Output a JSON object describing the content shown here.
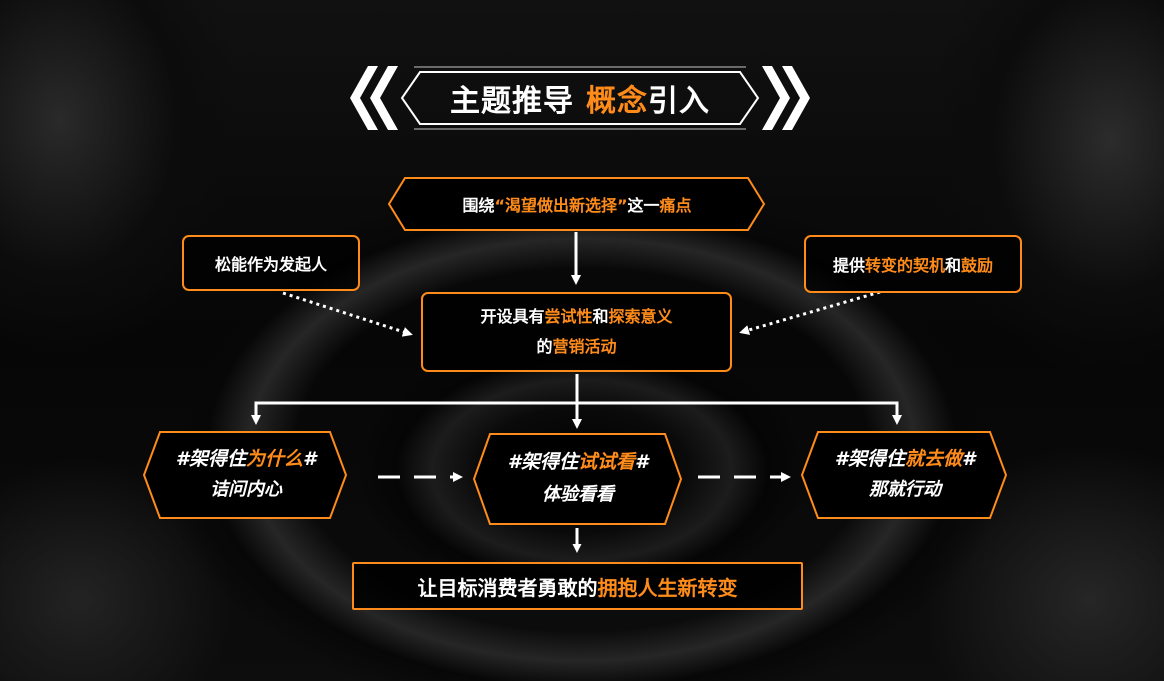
{
  "title": {
    "part1": "主题推导",
    "part2": "概念",
    "part3": "引入"
  },
  "top_box": {
    "pre": "围绕",
    "highlight": "“渴望做出新选择”",
    "mid": "这一",
    "end": "痛点"
  },
  "left_box": {
    "text": "松能作为发起人"
  },
  "right_box": {
    "pre": "提供",
    "hl1": "转变的契机",
    "mid": "和",
    "hl2": "鼓励"
  },
  "center_box": {
    "line1_pre": "开设具有",
    "hl1": "尝试性",
    "mid": "和",
    "hl2": "探索意义",
    "line2_pre": "的",
    "hl3": "营销活动"
  },
  "steps": [
    {
      "hash_pre": "#架得住",
      "hl": "为什么",
      "hash_post": "#",
      "sub": "诘问内心"
    },
    {
      "hash_pre": "#架得住",
      "hl": "试试看",
      "hash_post": "#",
      "sub": "体验看看"
    },
    {
      "hash_pre": "#架得住",
      "hl": "就去做",
      "hash_post": "#",
      "sub": "那就行动"
    }
  ],
  "bottom_box": {
    "pre": "让目标消费者勇敢的",
    "hl": "拥抱人生新转变"
  },
  "colors": {
    "accent": "#ff8c1a",
    "text": "#ffffff",
    "background": "#0a0a0a"
  }
}
